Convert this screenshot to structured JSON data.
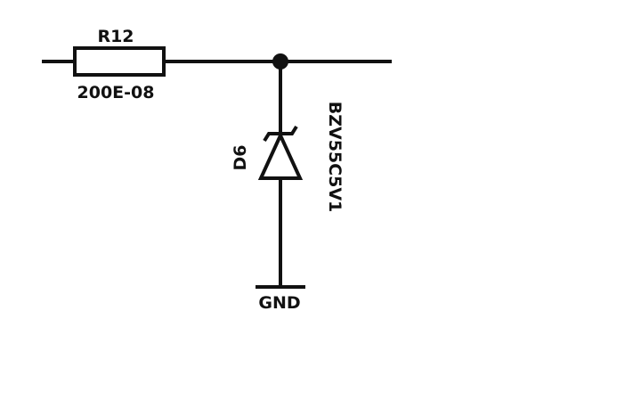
{
  "schematic": {
    "resistor": {
      "ref": "R12",
      "value": "200E-08"
    },
    "diode": {
      "ref": "D6",
      "part": "BZV55C5V1"
    },
    "ground": {
      "label": "GND"
    }
  },
  "colors": {
    "ink": "#111111",
    "paper": "#ffffff"
  }
}
